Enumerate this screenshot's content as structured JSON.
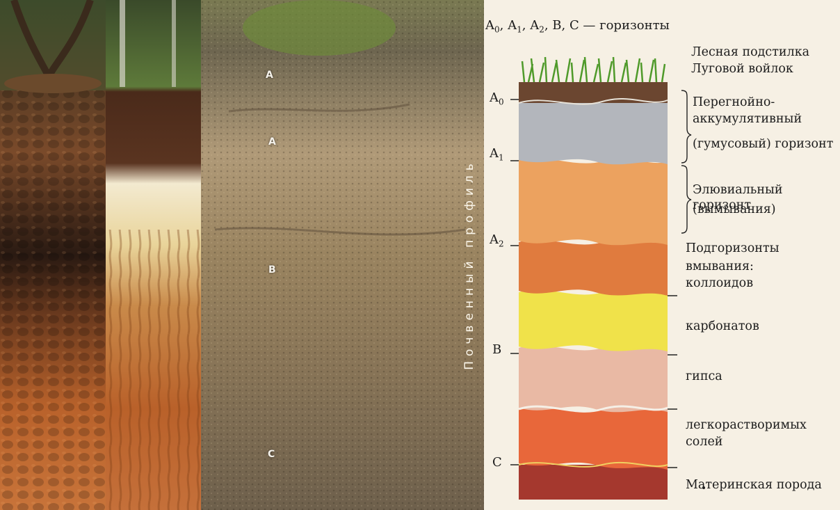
{
  "photos": {
    "horizon_labels": [
      "A",
      "A",
      "B",
      "C"
    ],
    "vertical_caption": "Почвенный профиль"
  },
  "diagram": {
    "header": {
      "A0": "A",
      "A0_sub": "0",
      "A1": "A",
      "A1_sub": "1",
      "A2": "A",
      "A2_sub": "2",
      "rest": ", B, C — горизонты"
    },
    "levels": {
      "A0": {
        "main": "A",
        "sub": "0"
      },
      "A1": {
        "main": "A",
        "sub": "1"
      },
      "A2": {
        "main": "A",
        "sub": "2"
      },
      "B": "B",
      "C": "C"
    },
    "labels": {
      "litter_1": "Лесная подстилка",
      "litter_2": "Луговой войлок",
      "humus_1": "Перегнойно-",
      "humus_2": "аккумулятивный",
      "humus_3": "(гумусовый) горизонт",
      "eluvial_1": "Элювиальный горизонт",
      "eluvial_2": "(вымывания)",
      "sub_1": "Подгоризонты",
      "sub_2": "вмывания:",
      "colloids": "коллоидов",
      "carbonates": "карбонатов",
      "gypsum": "гипса",
      "salts_1": "легкорастворимых",
      "salts_2": "солей",
      "parent": "Материнская порода"
    },
    "colors": {
      "grass": "#4f9a2a",
      "litter": "#6b4630",
      "humus": "#b3b6bc",
      "eluvial": "#eca25f",
      "colloid": "#e07b3e",
      "carbonate": "#f0e24a",
      "gypsum": "#e9b9a4",
      "salts": "#e8673a",
      "parent_rock": "#a5382e"
    }
  }
}
